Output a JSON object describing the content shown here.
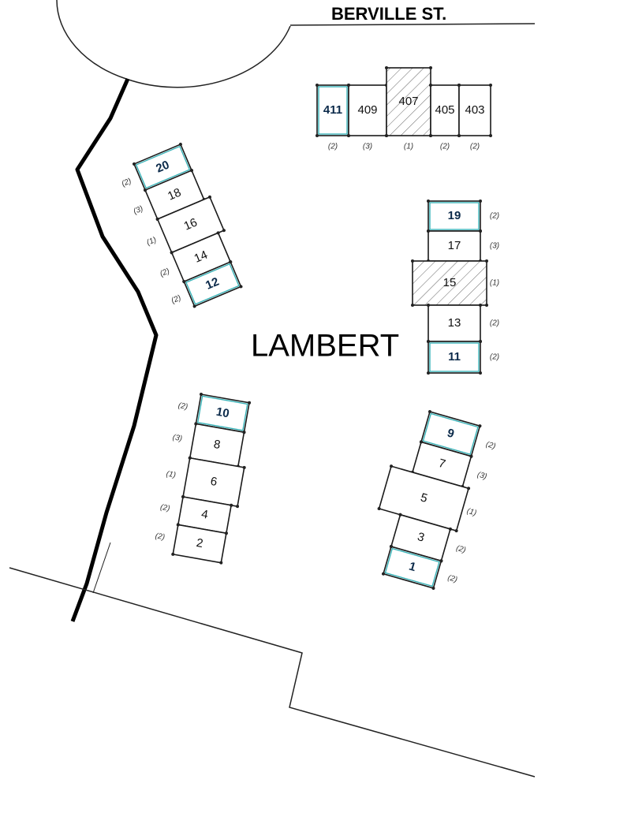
{
  "street_name": "BERVILLE ST.",
  "area_name": "LAMBERT",
  "colors": {
    "end_unit": "#3ab3b8",
    "outline": "#1a1a1a",
    "path": "#000000"
  },
  "top_row": {
    "units": [
      {
        "label": "411",
        "type": "(2)",
        "end": true,
        "model1": false
      },
      {
        "label": "409",
        "type": "(3)",
        "end": false,
        "model1": false
      },
      {
        "label": "407",
        "type": "(1)",
        "end": false,
        "model1": true
      },
      {
        "label": "405",
        "type": "(2)",
        "end": false,
        "model1": false
      },
      {
        "label": "403",
        "type": "(2)",
        "end": false,
        "model1": false
      }
    ]
  },
  "upper_left": {
    "units": [
      {
        "label": "20",
        "type": "(2)",
        "end": true,
        "model1": false
      },
      {
        "label": "18",
        "type": "(3)",
        "end": false,
        "model1": false
      },
      {
        "label": "16",
        "type": "(1)",
        "end": false,
        "model1": false
      },
      {
        "label": "14",
        "type": "(2)",
        "end": false,
        "model1": false
      },
      {
        "label": "12",
        "type": "(2)",
        "end": true,
        "model1": false
      }
    ]
  },
  "right_column": {
    "units": [
      {
        "label": "19",
        "type": "(2)",
        "end": true,
        "model1": false
      },
      {
        "label": "17",
        "type": "(3)",
        "end": false,
        "model1": false
      },
      {
        "label": "15",
        "type": "(1)",
        "end": false,
        "model1": true
      },
      {
        "label": "13",
        "type": "(2)",
        "end": false,
        "model1": false
      },
      {
        "label": "11",
        "type": "(2)",
        "end": true,
        "model1": false
      }
    ]
  },
  "lower_left": {
    "units": [
      {
        "label": "10",
        "type": "(2)",
        "end": true,
        "model1": false
      },
      {
        "label": "8",
        "type": "(3)",
        "end": false,
        "model1": false
      },
      {
        "label": "6",
        "type": "(1)",
        "end": false,
        "model1": false
      },
      {
        "label": "4",
        "type": "(2)",
        "end": false,
        "model1": false
      },
      {
        "label": "2",
        "type": "(2)",
        "end": false,
        "model1": false
      }
    ]
  },
  "lower_right": {
    "units": [
      {
        "label": "9",
        "type": "(2)",
        "end": true,
        "model1": false
      },
      {
        "label": "7",
        "type": "(3)",
        "end": false,
        "model1": false
      },
      {
        "label": "5",
        "type": "(1)",
        "end": false,
        "model1": false
      },
      {
        "label": "3",
        "type": "(2)",
        "end": false,
        "model1": false
      },
      {
        "label": "1",
        "type": "(2)",
        "end": true,
        "model1": false
      }
    ]
  }
}
